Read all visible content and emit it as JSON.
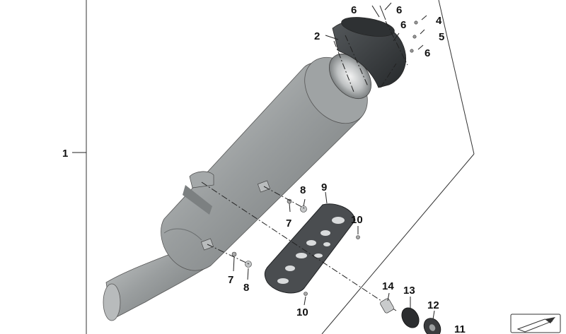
{
  "callouts": {
    "c1": "1",
    "c2": "2",
    "c4": "4",
    "c5": "5",
    "c6a": "6",
    "c6b": "6",
    "c6c": "6",
    "c6d": "6",
    "c7a": "7",
    "c7b": "7",
    "c8a": "8",
    "c8b": "8",
    "c9": "9",
    "c10a": "10",
    "c10b": "10",
    "c11": "11",
    "c12": "12",
    "c13": "13",
    "c14": "14"
  },
  "colors": {
    "muffler_body": "#8d9293",
    "muffler_highlight": "#c9cccc",
    "end_cap": "#3a3d3f",
    "heat_shield": "#4a4d50",
    "line": "#222222"
  },
  "icons": {
    "nav": "diagram-navigation-icon"
  }
}
